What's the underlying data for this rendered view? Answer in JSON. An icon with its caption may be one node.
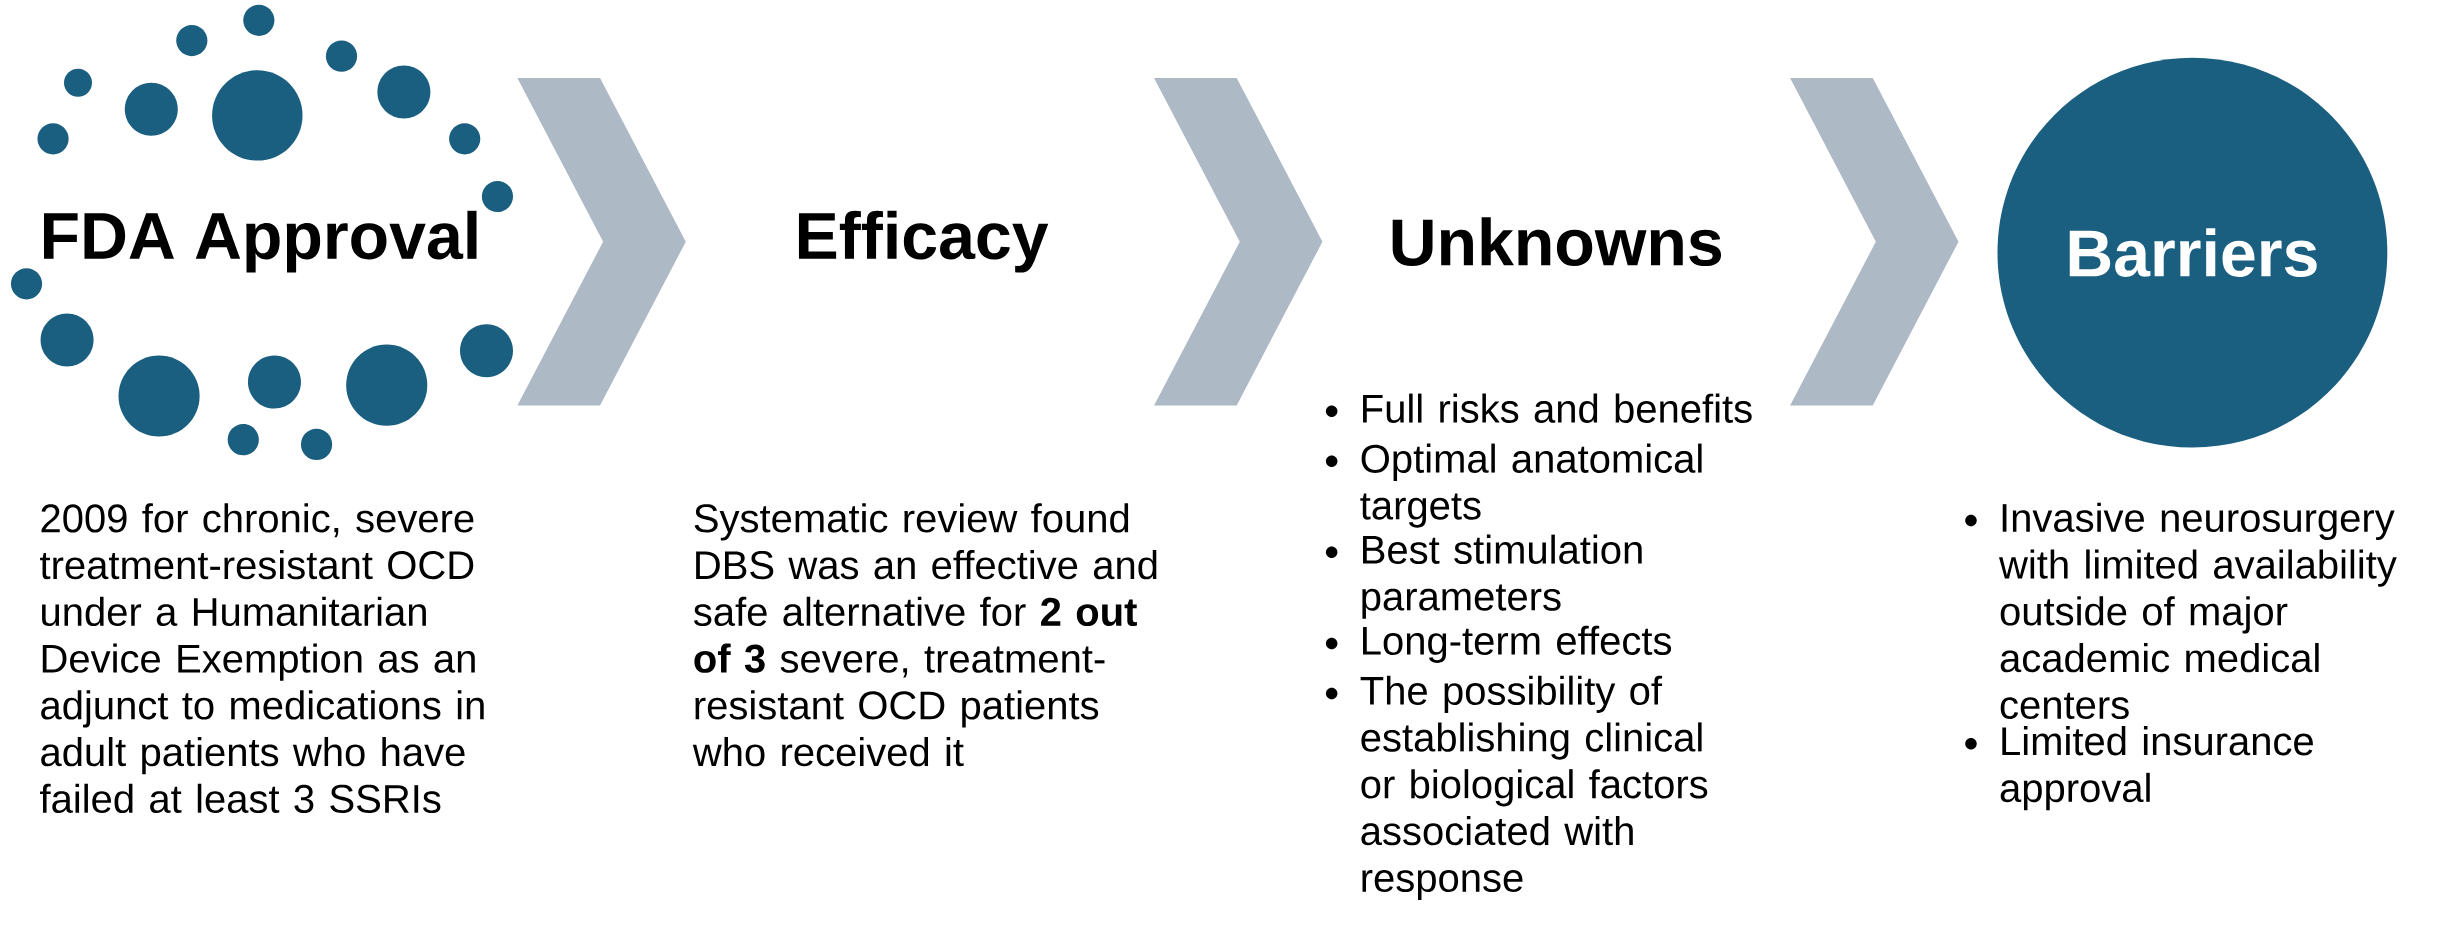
{
  "diagram": {
    "nodes": [
      {
        "text": [
          "FDA Approval"
        ]
      },
      {
        "text": [
          "Efficacy"
        ]
      },
      {
        "text": [
          "Unknowns"
        ],
        "beside": [
          "Full risks and benefits",
          "Optimal anatomical targets",
          "Best stimulation parameters",
          "Long-term effects",
          "The possibility of establishing clinical or biological factors associated with response"
        ]
      },
      {
        "text": [
          "Barriers"
        ],
        "beside": [
          "Invasive neurosurgery with limited availability outside of major academic medical centers",
          "Limited insurance approval"
        ]
      }
    ],
    "edges": [
      {
        "from": 0,
        "to": 1,
        "arrow": "to"
      },
      {
        "from": 1,
        "to": 2,
        "arrow": "to"
      },
      {
        "from": 2,
        "to": 3,
        "arrow": "to"
      }
    ],
    "labels": [
      "2009 for chronic, severe treatment-resistant OCD under a Humanitarian Device Exemption as an adjunct to medications in adult patients who have failed at least 3 SSRIs",
      "Systematic review found DBS was an effective and safe alternative for **2 out of 3** severe, treatment-resistant OCD patients who received it"
    ]
  }
}
